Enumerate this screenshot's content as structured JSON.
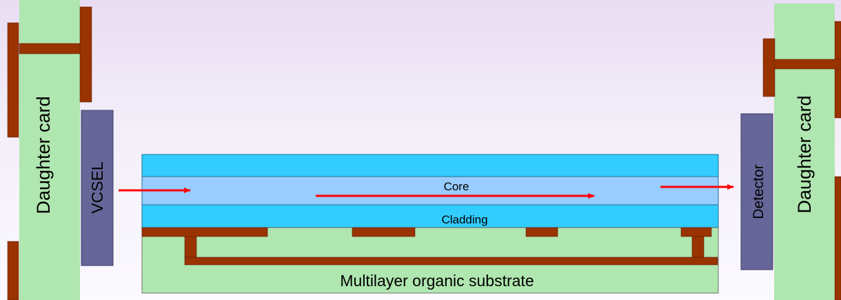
{
  "labels": {
    "left_card": "Daughter card",
    "right_card": "Daughter card",
    "vcsel": "VCSEL",
    "detector": "Detector",
    "core": "Core",
    "cladding": "Cladding",
    "substrate": "Multilayer organic substrate"
  },
  "colors": {
    "card_green": "#b0e6b0",
    "trace_brown": "#993300",
    "component_purple": "#666699",
    "cladding_blue": "#33ccff",
    "core_blue": "#99ccff",
    "light_arrow_red": "#ff0000"
  }
}
